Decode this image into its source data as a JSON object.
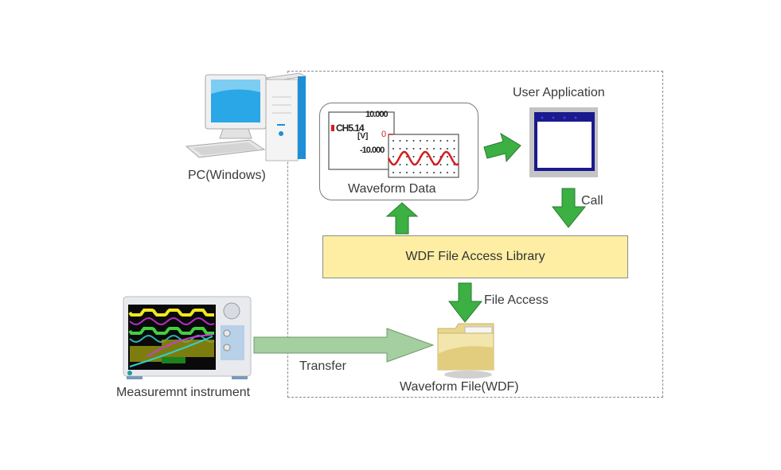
{
  "diagram": {
    "nodes": {
      "pc": {
        "label": "PC(Windows)",
        "icon": "desktop-computer-icon"
      },
      "instrument": {
        "label": "Measuremnt instrument",
        "icon": "oscilloscope-icon"
      },
      "waveform_data": {
        "label": "Waveform Data",
        "icon": "waveform-display-icon",
        "display": {
          "channel": "CH5.14",
          "unit": "[V]",
          "top_value": "10.000",
          "zero_value": "0",
          "bottom_value": "-10.000"
        }
      },
      "user_app": {
        "label": "User Application",
        "icon": "application-window-icon"
      },
      "library": {
        "label": "WDF File Access Library"
      },
      "wdf_file": {
        "label": "Waveform File(WDF)",
        "icon": "folder-icon"
      }
    },
    "edges": [
      {
        "from": "instrument",
        "to": "wdf_file",
        "label": "Transfer"
      },
      {
        "from": "library",
        "to": "wdf_file",
        "label": "File Access"
      },
      {
        "from": "user_app",
        "to": "library",
        "label": "Call"
      },
      {
        "from": "library",
        "to": "waveform_data",
        "label": ""
      },
      {
        "from": "waveform_data",
        "to": "user_app",
        "label": ""
      }
    ],
    "colors": {
      "arrow_green": "#3cb043",
      "transfer_arrow": "#a5cfa0",
      "library_fill": "#fdeea4",
      "window_blue": "#1a1a8c",
      "waveform_red": "#d0201f",
      "dashed_border": "#8a8a8a"
    }
  }
}
